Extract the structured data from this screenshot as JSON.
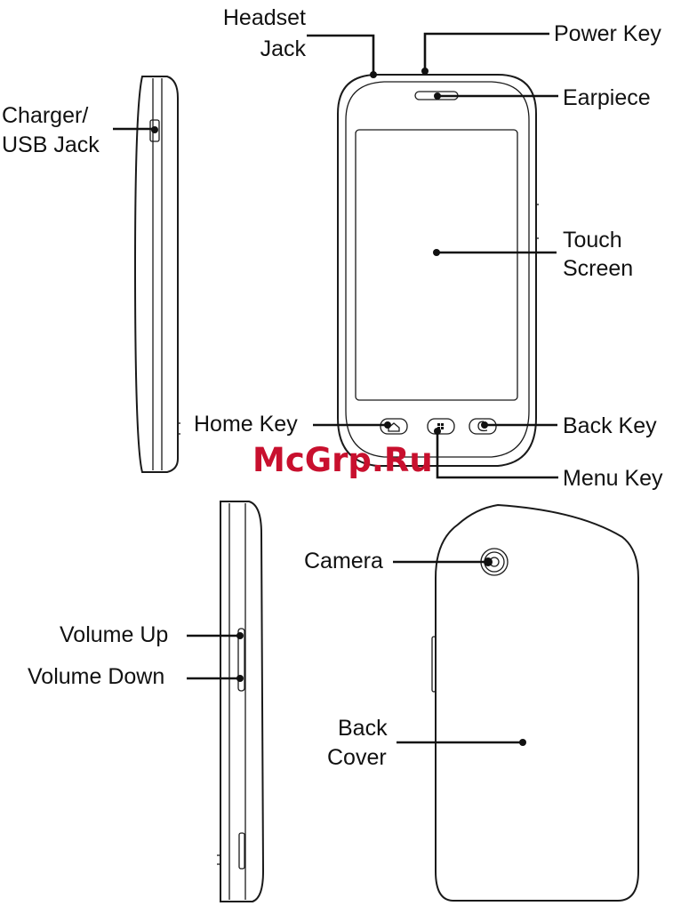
{
  "labels": {
    "headset_jack": [
      "Headset",
      "Jack"
    ],
    "power_key": "Power Key",
    "earpiece": "Earpiece",
    "charger_usb_jack": [
      "Charger/",
      "USB Jack"
    ],
    "touch_screen": [
      "Touch",
      "Screen"
    ],
    "home_key": "Home Key",
    "back_key": "Back Key",
    "menu_key": "Menu Key",
    "camera": "Camera",
    "volume_up": "Volume Up",
    "volume_down": "Volume Down",
    "back_cover": [
      "Back",
      "Cover"
    ]
  },
  "watermark": "McGrp.Ru",
  "colors": {
    "line": "#111111",
    "watermark": "#c8102e"
  }
}
